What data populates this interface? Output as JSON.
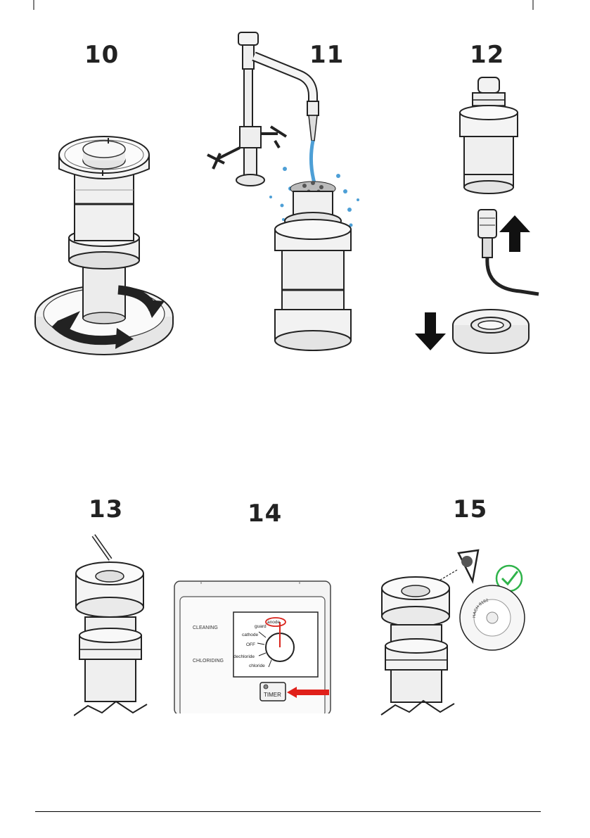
{
  "steps": [
    {
      "number": "10"
    },
    {
      "number": "11"
    },
    {
      "number": "12"
    },
    {
      "number": "13"
    },
    {
      "number": "14"
    },
    {
      "number": "15"
    }
  ],
  "panel14": {
    "group_cleaning": "CLEANING",
    "group_chloriding": "CHLORIDING",
    "dial_anode": "anode",
    "dial_guard": "guard",
    "dial_cathode": "cathode",
    "dial_off": "OFF",
    "dial_dechloride": "dechloride",
    "dial_chloride": "chloride",
    "timer_label": "TIMER"
  },
  "panel15": {
    "ring_text": "HACH 9182"
  },
  "colors": {
    "arrow_red": "#e0201a",
    "selection_red": "#d9241c",
    "check_green": "#2fb34a",
    "water_blue": "#4d9fd6"
  }
}
